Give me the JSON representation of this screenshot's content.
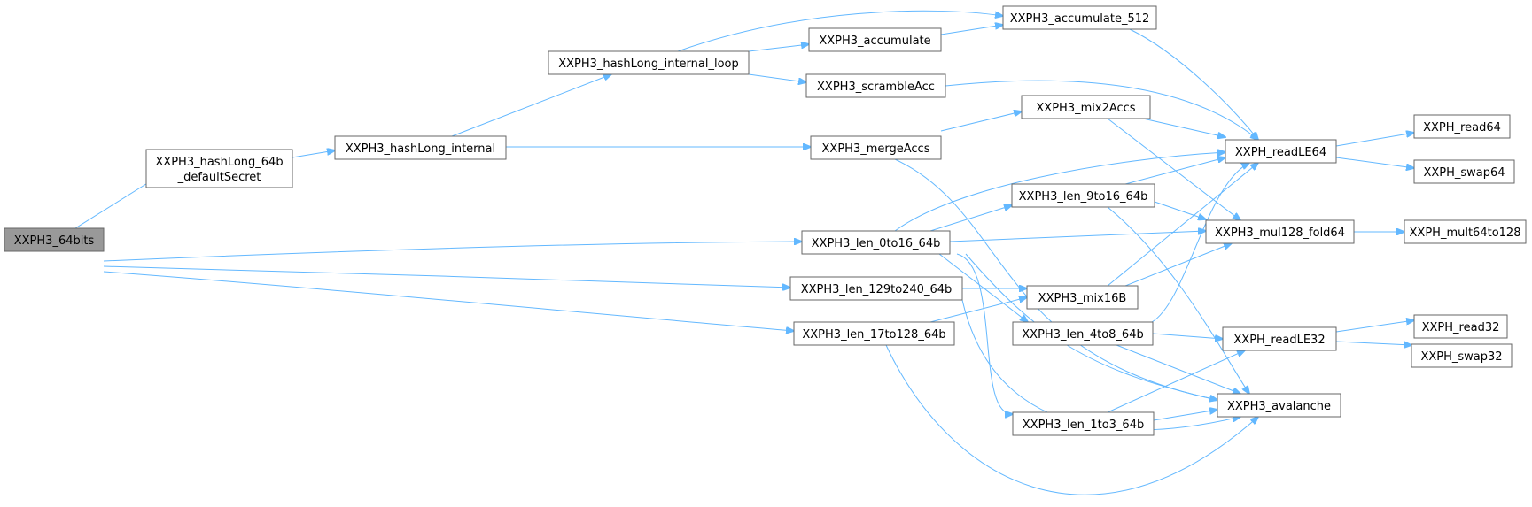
{
  "colors": {
    "edge": "#63b8ff",
    "node_border": "#666666",
    "root_fill": "#999999",
    "node_fill": "#ffffff"
  },
  "nodes": {
    "n0": {
      "label": [
        "XXPH3_64bits"
      ]
    },
    "n1": {
      "label": [
        "XXPH3_hashLong_64b",
        "_defaultSecret"
      ]
    },
    "n2": {
      "label": [
        "XXPH3_hashLong_internal"
      ]
    },
    "n3": {
      "label": [
        "XXPH3_hashLong_internal_loop"
      ]
    },
    "n4": {
      "label": [
        "XXPH3_accumulate"
      ]
    },
    "n5": {
      "label": [
        "XXPH3_accumulate_512"
      ]
    },
    "n6": {
      "label": [
        "XXPH3_scrambleAcc"
      ]
    },
    "n7": {
      "label": [
        "XXPH3_mix2Accs"
      ]
    },
    "n8": {
      "label": [
        "XXPH3_mergeAccs"
      ]
    },
    "n9": {
      "label": [
        "XXPH_readLE64"
      ]
    },
    "n10": {
      "label": [
        "XXPH_read64"
      ]
    },
    "n11": {
      "label": [
        "XXPH_swap64"
      ]
    },
    "n12": {
      "label": [
        "XXPH3_len_9to16_64b"
      ]
    },
    "n13": {
      "label": [
        "XXPH3_len_0to16_64b"
      ]
    },
    "n14": {
      "label": [
        "XXPH3_mul128_fold64"
      ]
    },
    "n15": {
      "label": [
        "XXPH_mult64to128"
      ]
    },
    "n16": {
      "label": [
        "XXPH3_len_129to240_64b"
      ]
    },
    "n17": {
      "label": [
        "XXPH3_mix16B"
      ]
    },
    "n18": {
      "label": [
        "XXPH3_len_17to128_64b"
      ]
    },
    "n19": {
      "label": [
        "XXPH3_len_4to8_64b"
      ]
    },
    "n20": {
      "label": [
        "XXPH_readLE32"
      ]
    },
    "n21": {
      "label": [
        "XXPH_read32"
      ]
    },
    "n22": {
      "label": [
        "XXPH_swap32"
      ]
    },
    "n23": {
      "label": [
        "XXPH3_avalanche"
      ]
    },
    "n24": {
      "label": [
        "XXPH3_len_1to3_64b"
      ]
    }
  },
  "edges": [
    [
      "n0",
      "n1"
    ],
    [
      "n0",
      "n13"
    ],
    [
      "n0",
      "n16"
    ],
    [
      "n0",
      "n18"
    ],
    [
      "n1",
      "n2"
    ],
    [
      "n2",
      "n3"
    ],
    [
      "n2",
      "n8"
    ],
    [
      "n3",
      "n4"
    ],
    [
      "n3",
      "n5"
    ],
    [
      "n3",
      "n6"
    ],
    [
      "n4",
      "n5"
    ],
    [
      "n5",
      "n9"
    ],
    [
      "n6",
      "n9"
    ],
    [
      "n8",
      "n7"
    ],
    [
      "n8",
      "n23"
    ],
    [
      "n7",
      "n9"
    ],
    [
      "n7",
      "n14"
    ],
    [
      "n9",
      "n10"
    ],
    [
      "n9",
      "n11"
    ],
    [
      "n13",
      "n9"
    ],
    [
      "n13",
      "n12"
    ],
    [
      "n13",
      "n14"
    ],
    [
      "n13",
      "n19"
    ],
    [
      "n13",
      "n24"
    ],
    [
      "n13",
      "n23"
    ],
    [
      "n12",
      "n9"
    ],
    [
      "n12",
      "n14"
    ],
    [
      "n12",
      "n23"
    ],
    [
      "n14",
      "n15"
    ],
    [
      "n16",
      "n17"
    ],
    [
      "n16",
      "n23"
    ],
    [
      "n17",
      "n9"
    ],
    [
      "n17",
      "n14"
    ],
    [
      "n18",
      "n17"
    ],
    [
      "n18",
      "n23"
    ],
    [
      "n19",
      "n9"
    ],
    [
      "n19",
      "n20"
    ],
    [
      "n19",
      "n23"
    ],
    [
      "n20",
      "n21"
    ],
    [
      "n20",
      "n22"
    ],
    [
      "n24",
      "n20"
    ],
    [
      "n24",
      "n23"
    ]
  ]
}
